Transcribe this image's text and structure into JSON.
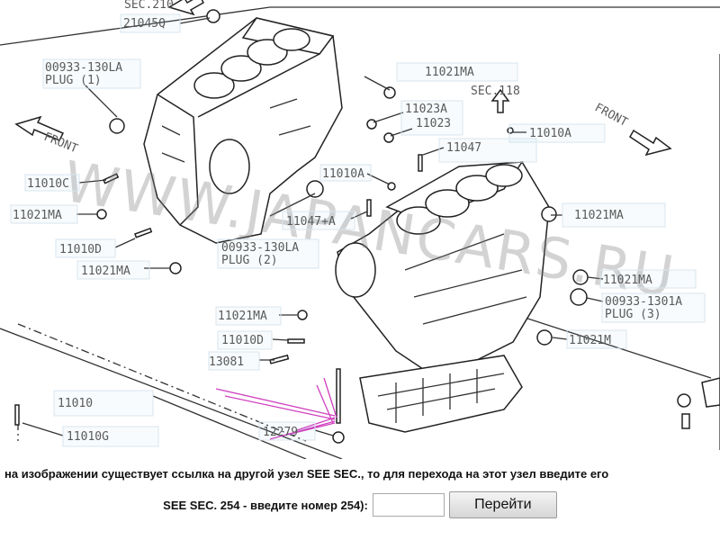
{
  "diagram": {
    "labels": {
      "sec210": "SEC.210",
      "p21045Q": "21045Q",
      "p00933_130LA": "00933-130LA",
      "plug1": "PLUG (1)",
      "p11021MA_top": "11021MA",
      "sec118": "SEC.118",
      "p11023A": "11023A",
      "p11023": "11023",
      "p11010A_right": "11010A",
      "front_left": "FRONT",
      "front_right": "FRONT",
      "p11047": "11047",
      "p11010C": "11010C",
      "p11010A_mid": "11010A",
      "p11021MA_left": "11021MA",
      "p11047A": "11047+A",
      "p11021MA_right1": "11021MA",
      "p11010D_left": "11010D",
      "p00933_130LA_b": "00933-130LA",
      "plug2": "PLUG (2)",
      "p11021MA_left2": "11021MA",
      "p11021MA_right2": "11021MA",
      "p00933_1301A": "00933-1301A",
      "plug3": "PLUG (3)",
      "p11021MA_mid": "11021MA",
      "p11010D_mid": "11010D",
      "p11021M": "11021M",
      "p13081": "13081",
      "p11010": "11010",
      "p11010G": "11010G",
      "p12279": "12279"
    },
    "watermark": "WWW.JAPANCARS.RU"
  },
  "instructions": {
    "line1": "на изображении существует ссылка на другой узел SEE SEC., то для перехода на этот узел введите его",
    "line2": "SEE SEC. 254 - введите номер 254):",
    "input_value": "",
    "button_label": "Перейти"
  }
}
